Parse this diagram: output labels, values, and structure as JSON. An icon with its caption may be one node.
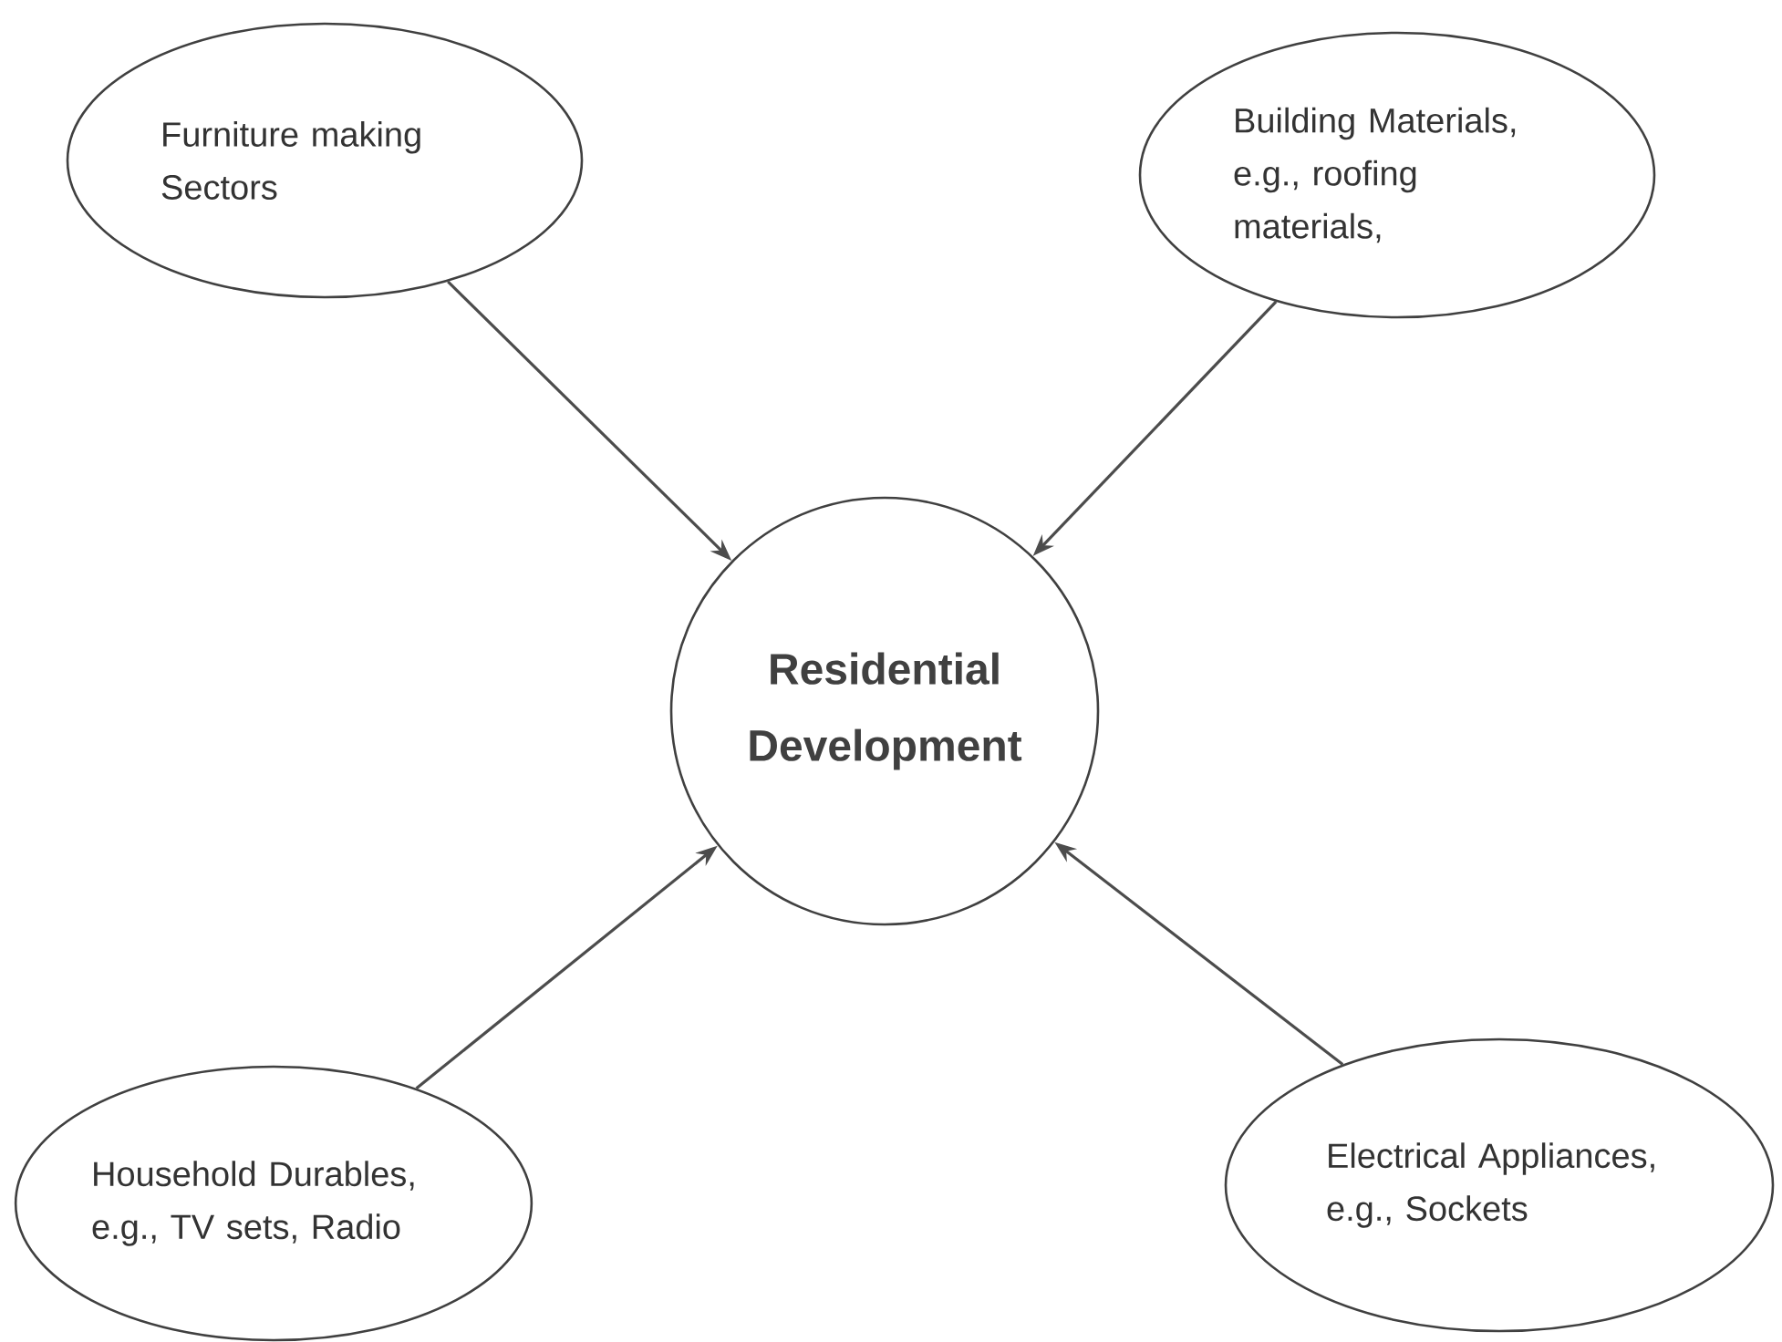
{
  "diagram": {
    "nodes": [
      {
        "text": [
          "Furniture making Sectors"
        ]
      },
      {
        "text": [
          "Building Materials, e.g., roofing materials,"
        ]
      },
      {
        "text": [
          "Residential Development"
        ]
      },
      {
        "text": [
          "Household Durables, e.g., TV sets, Radio"
        ]
      },
      {
        "text": [
          "Electrical Appliances, e.g., Sockets"
        ]
      }
    ],
    "edges": [
      {
        "from": 0,
        "to": 2,
        "arrow": "to"
      },
      {
        "from": 1,
        "to": 2,
        "arrow": "to"
      },
      {
        "from": 3,
        "to": 2,
        "arrow": "to"
      },
      {
        "from": 4,
        "to": 2,
        "arrow": "to"
      }
    ]
  }
}
